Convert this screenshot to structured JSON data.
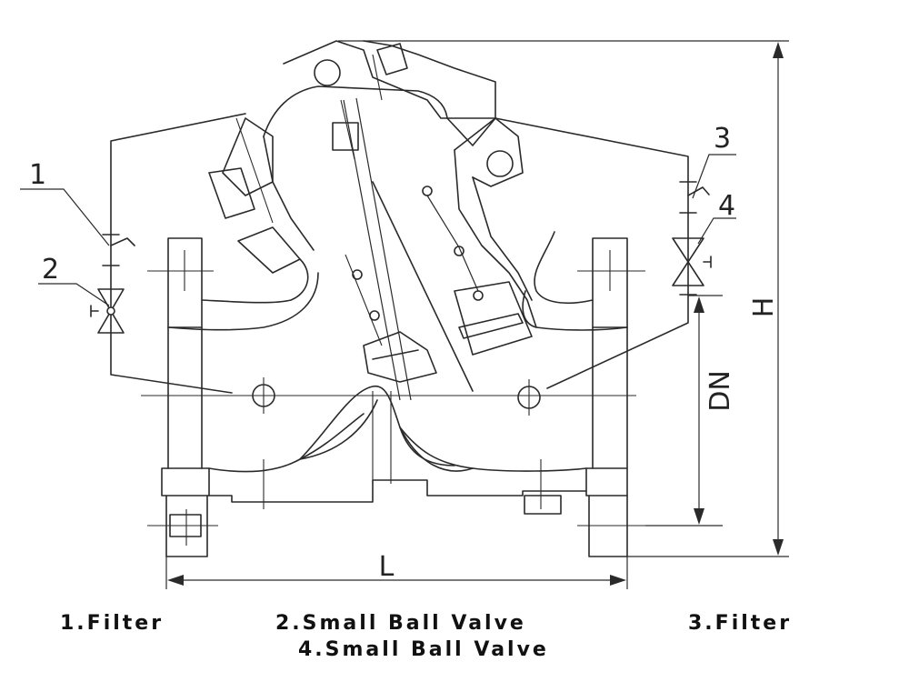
{
  "callouts": {
    "c1": "1",
    "c2": "2",
    "c3": "3",
    "c4": "4"
  },
  "dimensions": {
    "height": "H",
    "nominal_diameter": "DN",
    "length": "L"
  },
  "legend": {
    "item1": "1.Filter",
    "item2": "2.Small Ball Valve",
    "item3": "3.Filter",
    "item4": "4.Small Ball Valve"
  },
  "colors": {
    "line": "#2a2a2a",
    "text": "#111111",
    "background": "#ffffff"
  }
}
